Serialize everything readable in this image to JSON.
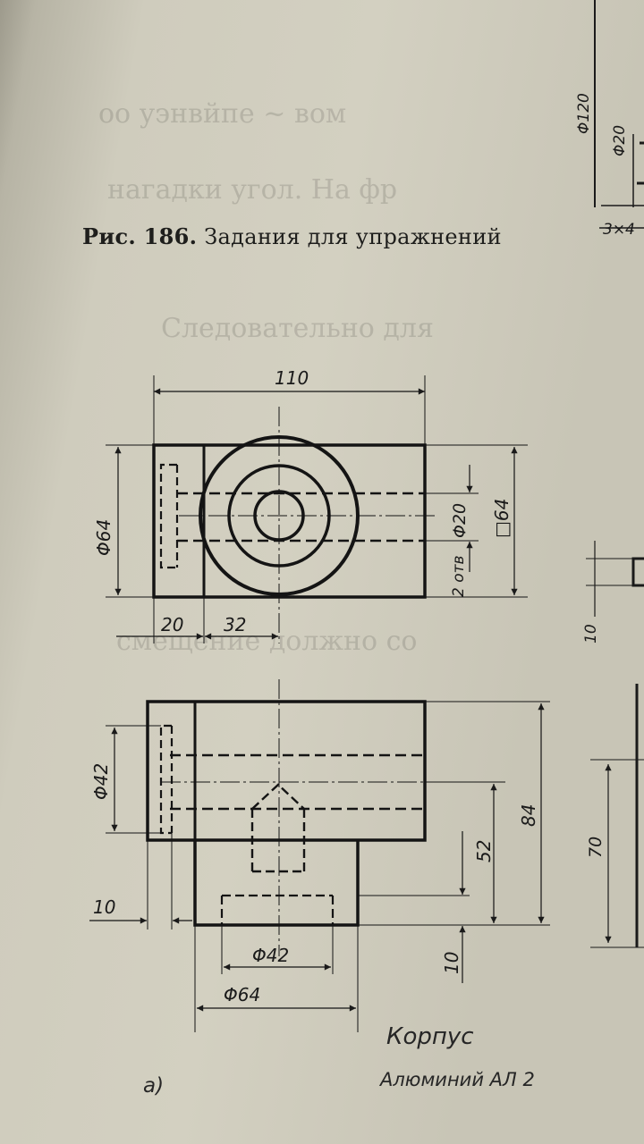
{
  "caption": {
    "label": "Рис. 186.",
    "text": "Задания для упражнений"
  },
  "drawing": {
    "part_name": "Корпус",
    "material": "Алюминий АЛ 2",
    "sub_label": "а)",
    "top_view": {
      "dim_width": "110",
      "dim_left_diameter": "Φ64",
      "dim_right_square": "□64",
      "dim_holes": "Φ20",
      "dim_holes_count": "2 отв",
      "dim_offset_20": "20",
      "dim_offset_32": "32"
    },
    "front_view": {
      "dim_phi42_left": "Φ42",
      "dim_height_84": "84",
      "dim_height_52": "52",
      "dim_boss_10": "10",
      "dim_left_10": "10",
      "dim_phi42_bottom": "Φ42",
      "dim_phi64_bottom": "Φ64"
    }
  },
  "right_fragment": {
    "dim_120": "Φ120",
    "dim_20": "Φ20",
    "dim_3x4": "3×4",
    "dim_10": "10",
    "dim_70": "70"
  }
}
